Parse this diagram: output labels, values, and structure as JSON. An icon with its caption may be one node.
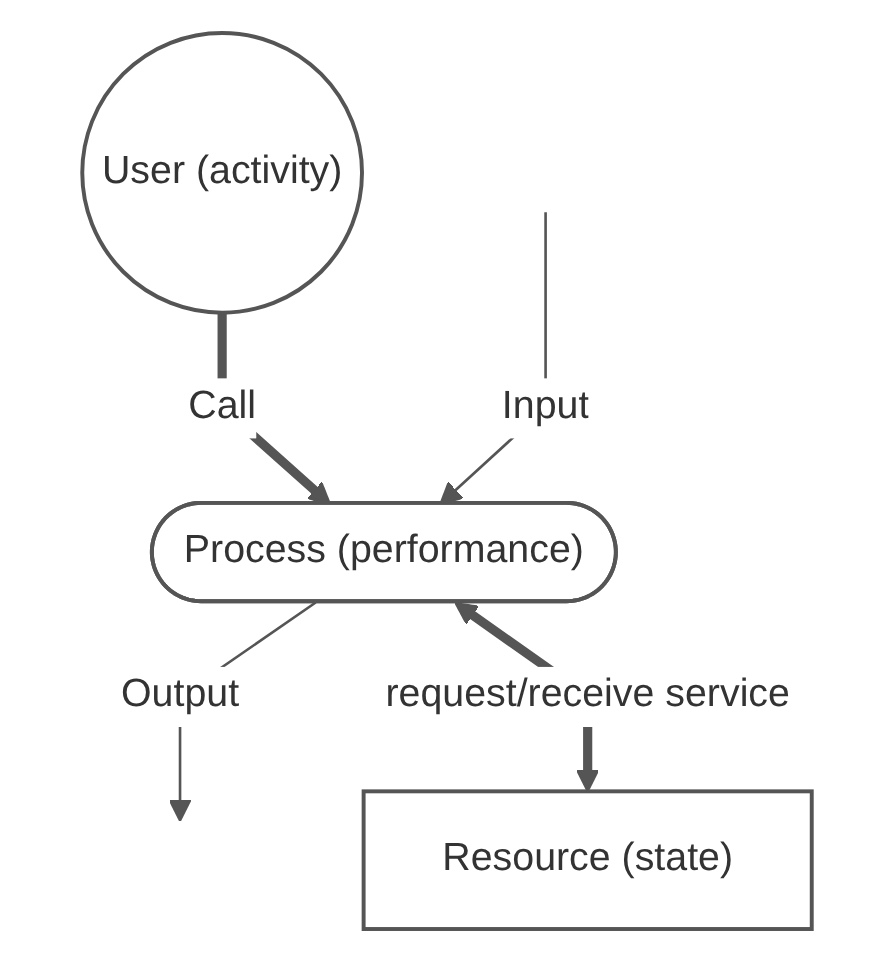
{
  "diagram": {
    "nodes": [
      {
        "text": [
          "User (activity)"
        ]
      },
      {
        "text": [
          "Process (performance)"
        ]
      },
      {
        "text": [
          "Resource (state)"
        ]
      }
    ],
    "edges": [
      {
        "from": 0,
        "to": 1,
        "arrow": "to",
        "label": "Call",
        "style": "thick"
      },
      {
        "from": null,
        "to": 1,
        "arrow": "to",
        "label": "Input"
      },
      {
        "from": 1,
        "to": null,
        "arrow": "to",
        "label": "Output"
      },
      {
        "from": 1,
        "to": 2,
        "arrow": "both",
        "label": "request/receive service",
        "style": "thick"
      }
    ]
  }
}
